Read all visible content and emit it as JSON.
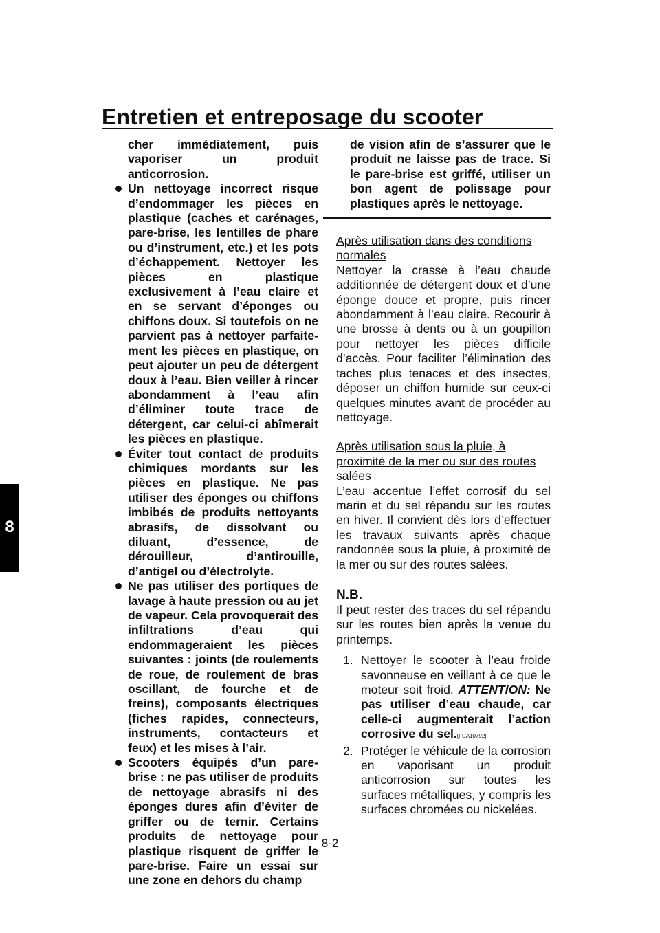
{
  "header": {
    "title": "Entretien et entreposage du scooter"
  },
  "side_tab": "8",
  "page_number": "8-2",
  "left_column": {
    "intro": "cher immédiatement, puis vapori­ser un produit anticorrosion.",
    "bullets": [
      "Un nettoyage incorrect risque d’en­dommager les pièces en plastique (caches et carénages, pare-brise, les lentilles de phare ou d’instru­ment, etc.) et les pots d’échappe­ment. Nettoyer les pièces en plastique exclusivement à l’eau claire et en se servant d’éponges ou chiffons doux. Si toutefois on ne parvient pas à nettoyer parfaite­ment les pièces en plastique, on peut ajouter un peu de détergent doux à l’eau. Bien veiller à rincer abondamment à l’eau afin d’élimi­ner toute trace de détergent, car ce­lui-ci abîmerait les pièces en plastique.",
      "Éviter tout contact de produits chimiques mordants sur les pièces en plastique. Ne pas utiliser des éponges ou chiffons imbibés de produits nettoyants abrasifs, de dissolvant ou diluant, d’essence, de dérouilleur, d’antirouille, d’antigel ou d’électrolyte.",
      "Ne pas utiliser des portiques de la­vage à haute pression ou au jet de vapeur. Cela provoquerait des infil­trations d’eau qui endommage­raient les pièces suivantes : joints (de roulements de roue, de roule­ment de bras oscillant, de fourche et de freins), composants élec­triques (fiches rapides, connec­teurs, instruments, contacteurs et feux) et les mises à l’air.",
      "Scooters équipés d’un pare-brise : ne pas utiliser de produits de net­toyage abrasifs ni des éponges dures afin d’éviter de griffer ou de ternir. Certains produits de net­toyage pour plastique risquent de griffer le pare-brise. Faire un essai sur une zone en dehors du champ"
    ]
  },
  "right_column": {
    "warning_continuation": "de vision afin de s’assurer que le produit ne laisse pas de trace. Si le pare-brise est griffé, utiliser un bon agent de polissage pour plastiques après le nettoyage.",
    "section1_heading": "Après utilisation dans des conditions nor­males",
    "section1_text": "Nettoyer la crasse à l’eau chaude addition­née de détergent doux et d’une éponge douce et propre, puis rincer abondamment à l’eau claire. Recourir à une brosse à dents ou à un goupillon pour nettoyer les pièces difficile d’accès. Pour faciliter l’élimination des taches plus tenaces et des insectes, déposer un chiffon humide sur ceux-ci quelques minutes avant de procéder au nettoyage.",
    "section2_heading": "Après utilisation sous la pluie, à proximité de la mer ou sur des routes salées",
    "section2_text": "L’eau accentue l’effet corrosif du sel marin et du sel répandu sur les routes en hiver. Il convient dès lors d’effectuer les travaux sui­vants après chaque randonnée sous la pluie, à proximité de la mer ou sur des routes salées.",
    "nb_label": "N.B.",
    "nb_text": "Il peut rester des traces du sel répandu sur les routes bien après la venue du prin­temps.",
    "steps": [
      {
        "num": "1.",
        "text": "Nettoyer le scooter à l’eau froide sa­vonneuse en veillant à ce que le mo­teur soit froid.",
        "attention_label": "ATTENTION:",
        "attention_text": "Ne pas utiliser d’eau chaude, car celle-ci augmenterait l’action corrosive du sel.",
        "ref": "[FCA10792]"
      },
      {
        "num": "2.",
        "text": "Protéger le véhicule de la corrosion en vaporisant un produit anticorrosion sur toutes les surfaces métalliques, y com­pris les surfaces chromées ou nicke­lées."
      }
    ]
  }
}
